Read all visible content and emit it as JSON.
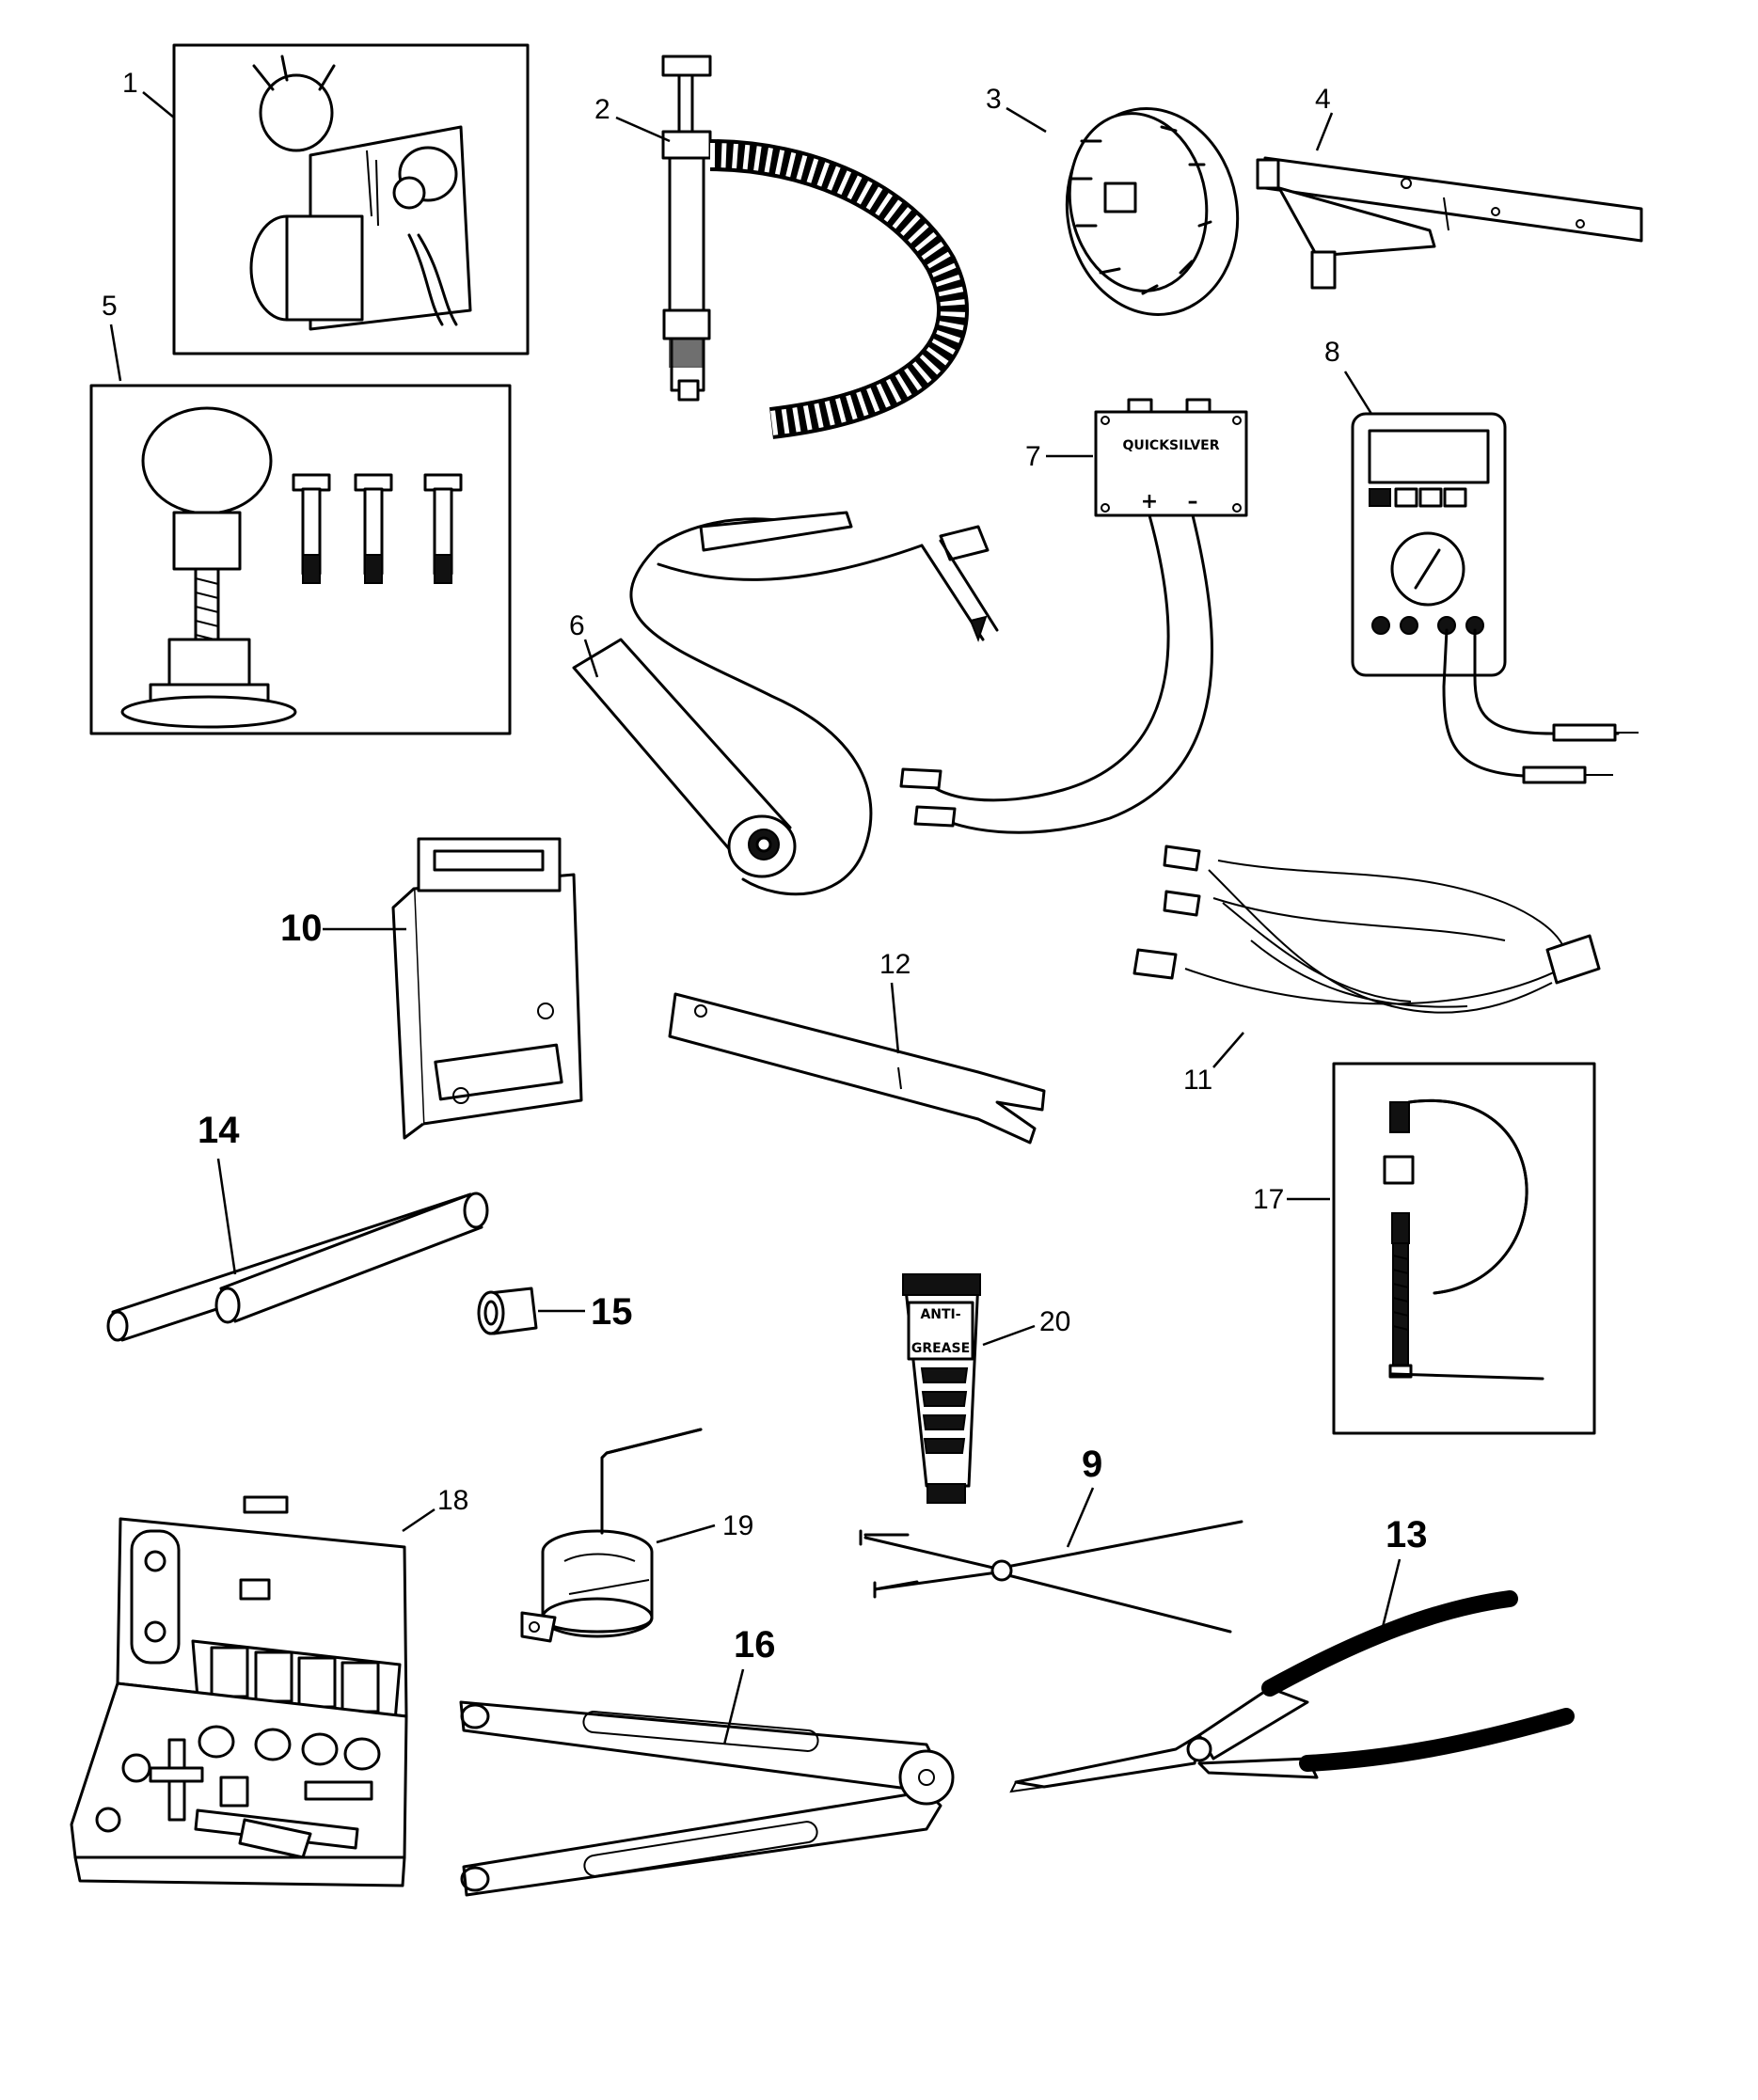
{
  "callouts": {
    "c1": "1",
    "c2": "2",
    "c3": "3",
    "c4": "4",
    "c5": "5",
    "c6": "6",
    "c7": "7",
    "c8": "8",
    "c9": "9",
    "c10": "10",
    "c11": "11",
    "c12": "12",
    "c13": "13",
    "c14": "14",
    "c15": "15",
    "c16": "16",
    "c17": "17",
    "c18": "18",
    "c19": "19",
    "c20": "20"
  },
  "product_text": {
    "tester_brand": "QUICKSILVER",
    "tester_plus": "+",
    "tester_minus": "–",
    "grease_line1": "ANTI-",
    "grease_line3": "GREASE"
  }
}
